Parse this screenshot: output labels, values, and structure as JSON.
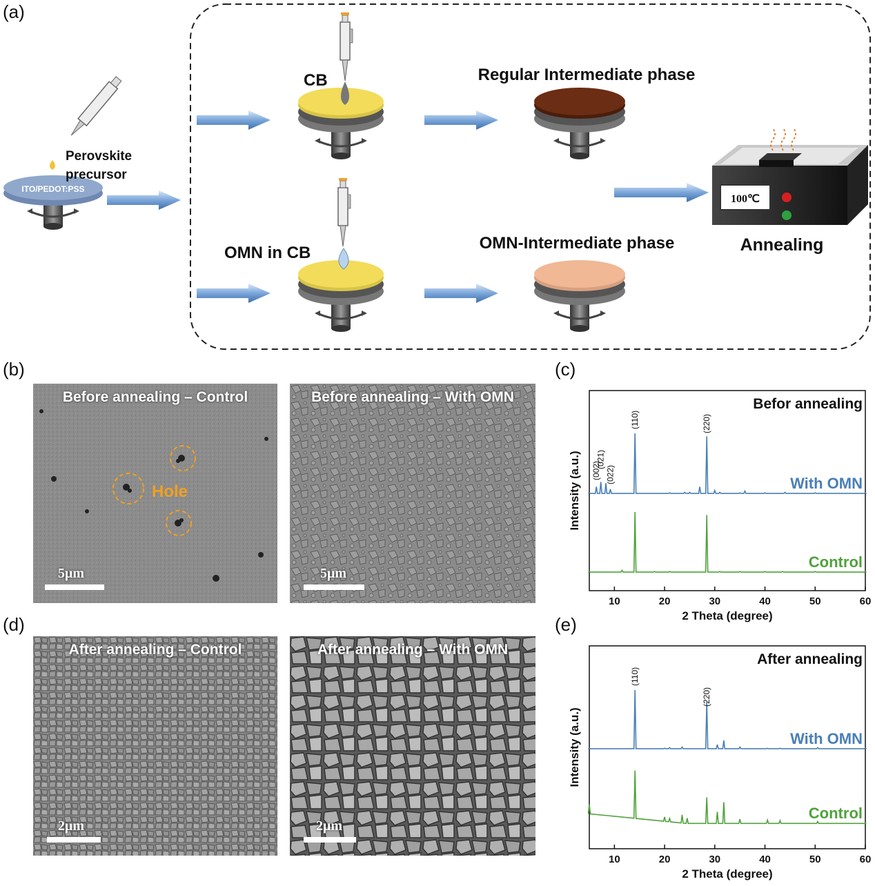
{
  "panel_labels": {
    "a": "(a)",
    "b": "(b)",
    "c": "(c)",
    "d": "(d)",
    "e": "(e)"
  },
  "schematic": {
    "perovskite_precursor": [
      "Perovskite",
      "precursor"
    ],
    "substrate": "ITO/PEDOT:PSS",
    "cb": "CB",
    "omn_in_cb": "OMN in CB",
    "regular_phase": "Regular Intermediate phase",
    "omn_phase": "OMN-Intermediate phase",
    "annealing": "Annealing",
    "temperature": "100℃",
    "colors": {
      "regular_film": "#6b2d14",
      "omn_film": "#f0b894",
      "cb_film": "#f2dc5a",
      "substrate": "#8fa8cc",
      "arrow": "#7aa6da"
    }
  },
  "sem": {
    "b_control": {
      "title": "Before annealing – Control",
      "hole_label": "Hole",
      "scale": "5μm"
    },
    "b_omn": {
      "title": "Before annealing – With OMN",
      "scale": "5μm"
    },
    "d_control": {
      "title": "After annealing – Control",
      "scale": "2μm"
    },
    "d_omn": {
      "title": "After annealing – With OMN",
      "scale": "2μm"
    }
  },
  "chart_data": [
    {
      "type": "line",
      "title": "Befor annealing",
      "xlabel": "2 Theta (degree)",
      "ylabel": "Intensity (a.u.)",
      "xlim": [
        5,
        60
      ],
      "xticks": [
        10,
        20,
        30,
        40,
        50,
        60
      ],
      "peak_labels": [
        {
          "label": "(002)",
          "x": 6.4
        },
        {
          "label": "(021)",
          "x": 7.3
        },
        {
          "label": "(022)",
          "x": 9.2
        },
        {
          "label": "(110)",
          "x": 14.1
        },
        {
          "label": "(220)",
          "x": 28.4
        }
      ],
      "series": [
        {
          "name": "With OMN",
          "color": "#4a7fb5",
          "x": [
            5,
            6.4,
            7.3,
            8.3,
            9.2,
            14.1,
            21,
            24,
            25,
            27,
            28.4,
            30,
            31,
            35,
            36,
            40,
            44,
            50,
            60
          ],
          "y": [
            0.02,
            0.12,
            0.2,
            0.18,
            0.08,
            1.0,
            0.02,
            0.03,
            0.03,
            0.12,
            0.95,
            0.06,
            0.03,
            0.02,
            0.05,
            0.02,
            0.03,
            0.02,
            0.02
          ]
        },
        {
          "name": "Control",
          "color": "#4fa23c",
          "x": [
            5,
            11.5,
            14.1,
            18,
            21,
            28.4,
            31,
            35,
            40,
            43.5,
            50,
            60
          ],
          "y": [
            0.02,
            0.04,
            1.0,
            0.02,
            0.02,
            0.95,
            0.02,
            0.02,
            0.02,
            0.02,
            0.02,
            0.02
          ]
        }
      ]
    },
    {
      "type": "line",
      "title": "After annealing",
      "xlabel": "2 Theta (degree)",
      "ylabel": "Intensity (a.u.)",
      "xlim": [
        5,
        60
      ],
      "xticks": [
        10,
        20,
        30,
        40,
        50,
        60
      ],
      "peak_labels": [
        {
          "label": "(110)",
          "x": 14.1
        },
        {
          "label": "(220)",
          "x": 28.4
        }
      ],
      "series": [
        {
          "name": "With OMN",
          "color": "#4a7fb5",
          "x": [
            5,
            14.1,
            20,
            21,
            23.5,
            28.4,
            30.5,
            31.8,
            35,
            40.5,
            43,
            50.5,
            60
          ],
          "y": [
            0.02,
            1.0,
            0.02,
            0.03,
            0.04,
            0.8,
            0.08,
            0.15,
            0.04,
            0.02,
            0.02,
            0.03,
            0.02
          ]
        },
        {
          "name": "Control",
          "color": "#4fa23c",
          "x": [
            5,
            14.1,
            20,
            21,
            23.5,
            24.5,
            28.4,
            30.5,
            31.8,
            35,
            40.5,
            43,
            50.5,
            60
          ],
          "y": [
            0.2,
            1.0,
            0.1,
            0.08,
            0.18,
            0.12,
            0.55,
            0.25,
            0.45,
            0.1,
            0.08,
            0.07,
            0.05,
            0.02
          ]
        }
      ]
    }
  ]
}
